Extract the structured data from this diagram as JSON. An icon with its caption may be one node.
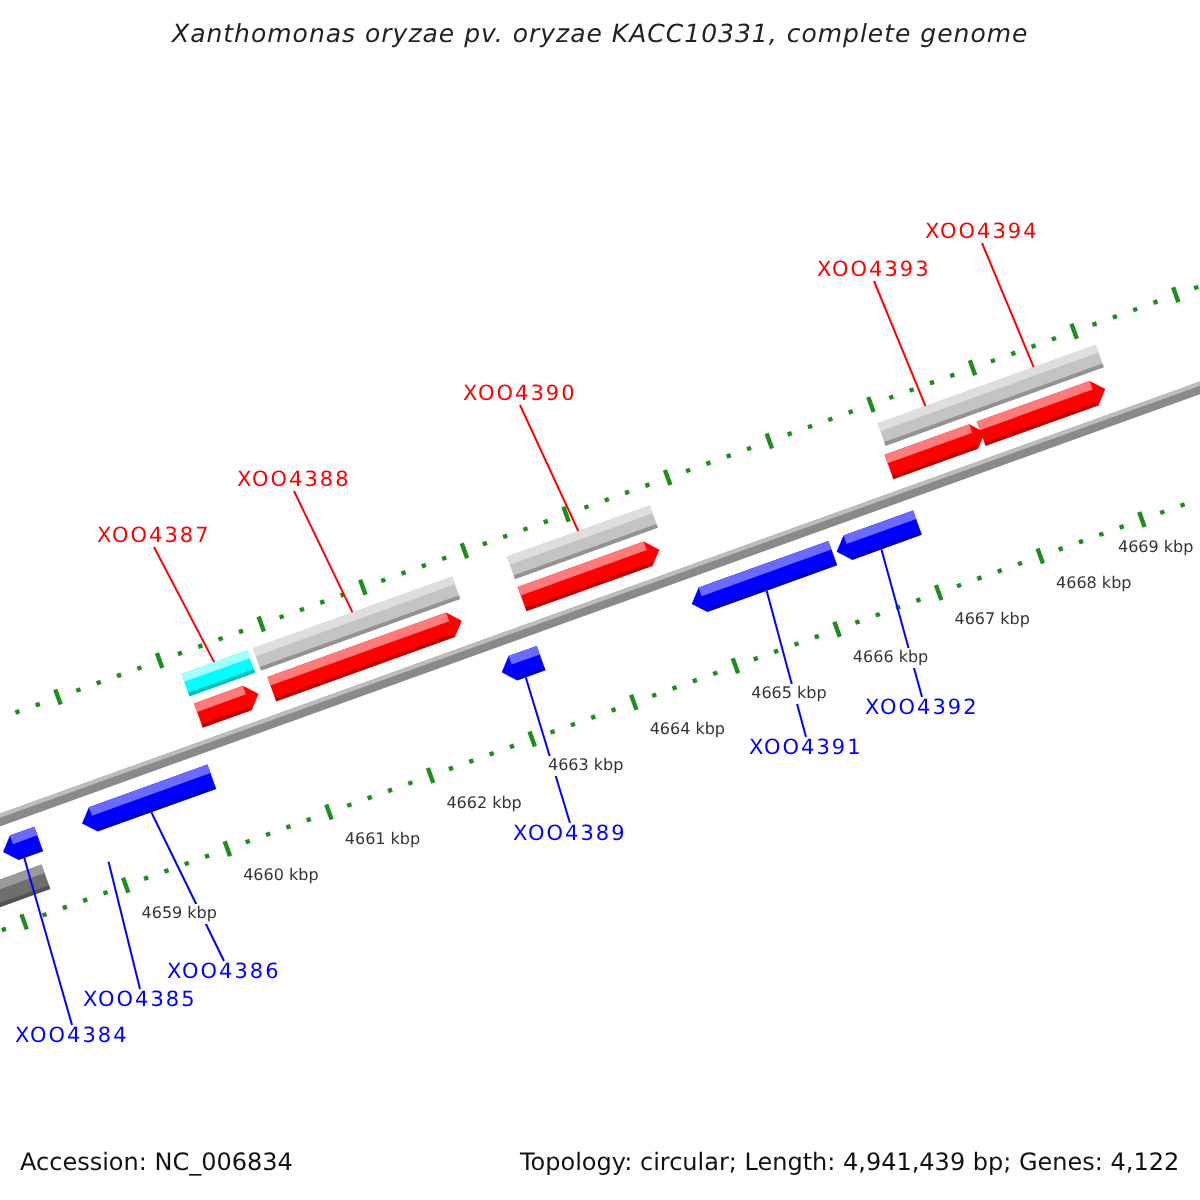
{
  "diagram": {
    "title": "Xanthomonas oryzae pv. oryzae KACC10331, complete genome",
    "nodes": [
      {
        "text": [
          "XOO4394"
        ]
      },
      {
        "text": [
          "XOO4393"
        ]
      },
      {
        "text": [
          "XOO4390"
        ]
      },
      {
        "text": [
          "XOO4388"
        ]
      },
      {
        "text": [
          "XOO4387"
        ]
      },
      {
        "text": [
          "XOO4392"
        ]
      },
      {
        "text": [
          "XOO4391"
        ]
      },
      {
        "text": [
          "XOO4389"
        ]
      },
      {
        "text": [
          "XOO4386"
        ]
      },
      {
        "text": [
          "XOO4385"
        ]
      },
      {
        "text": [
          "XOO4384"
        ]
      },
      {
        "text": [],
        "shape": "bar"
      },
      {
        "text": [],
        "shape": "bar"
      },
      {
        "text": [],
        "shape": "bar"
      },
      {
        "text": [],
        "shape": "bar"
      },
      {
        "text": [],
        "shape": "bar"
      },
      {
        "text": [],
        "shape": "bar"
      },
      {
        "text": [],
        "shape": "bar"
      },
      {
        "text": [],
        "shape": "bar"
      },
      {
        "text": [],
        "shape": "bar"
      },
      {
        "text": [],
        "shape": "bar"
      },
      {
        "text": [],
        "shape": "bar"
      },
      {
        "text": [],
        "shape": "bar"
      },
      {
        "text": [],
        "shape": "bar"
      },
      {
        "text": [],
        "shape": "bar"
      },
      {
        "text": [],
        "shape": "bar"
      },
      {
        "text": [],
        "shape": "bar"
      }
    ],
    "edges": [
      {
        "from": 4,
        "to": 11,
        "arrow": "none",
        "color": "#ff0000"
      },
      {
        "from": 3,
        "to": 13,
        "arrow": "none",
        "color": "#ff0000"
      },
      {
        "from": 2,
        "to": 15,
        "arrow": "none",
        "color": "#ff0000"
      },
      {
        "from": 1,
        "to": 17,
        "arrow": "none",
        "color": "#ff0000"
      },
      {
        "from": 0,
        "to": 19,
        "arrow": "none",
        "color": "#ff0000"
      },
      {
        "from": 5,
        "to": 26,
        "arrow": "none"
      },
      {
        "from": 6,
        "to": 25,
        "arrow": "none"
      },
      {
        "from": 7,
        "to": 24,
        "arrow": "none"
      },
      {
        "from": 8,
        "to": 23,
        "arrow": "none"
      },
      {
        "from": 9,
        "to": null,
        "arrow": "none"
      },
      {
        "from": 10,
        "to": 21,
        "arrow": "none"
      }
    ],
    "labels": [
      "4669 kbp",
      "4668 kbp",
      "4667 kbp",
      "4666 kbp",
      "4665 kbp",
      "4664 kbp",
      "4663 kbp",
      "4662 kbp",
      "4661 kbp",
      "4660 kbp",
      "4659 kbp",
      "Accession: NC_006834",
      "Topology: circular; Length: 4,941,439 bp; Genes: 4,122"
    ]
  }
}
